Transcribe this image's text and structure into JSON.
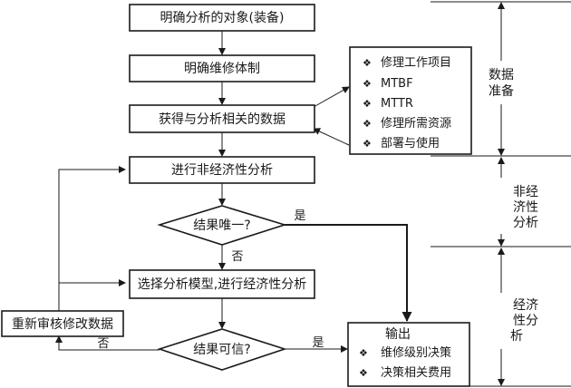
{
  "steps": {
    "define_object": "明确分析的对象(装备)",
    "define_system": "明确维修体制",
    "get_data": "获得与分析相关的数据",
    "non_economic": "进行非经济性分析",
    "unique_q": "结果唯一?",
    "select_model": "选择分析模型,进行经济性分析",
    "credible_q": "结果可信?",
    "review": "重新审核修改数据"
  },
  "edge_labels": {
    "unique_yes": "是",
    "unique_no": "否",
    "credible_yes": "是",
    "credible_no": "否"
  },
  "data_box": {
    "bullet": "❖",
    "items": [
      "修理工作项目",
      "MTBF",
      "MTTR",
      "修理所需资源",
      "部署与使用"
    ]
  },
  "output_box": {
    "title": "输出",
    "bullet": "❖",
    "items": [
      "维修级别决策",
      "决策相关费用"
    ]
  },
  "phases": {
    "data_prep": [
      "数据",
      "准备"
    ],
    "non_economic": [
      "非经",
      "济性",
      "分析"
    ],
    "economic": [
      "经济",
      "性分",
      "析"
    ]
  }
}
